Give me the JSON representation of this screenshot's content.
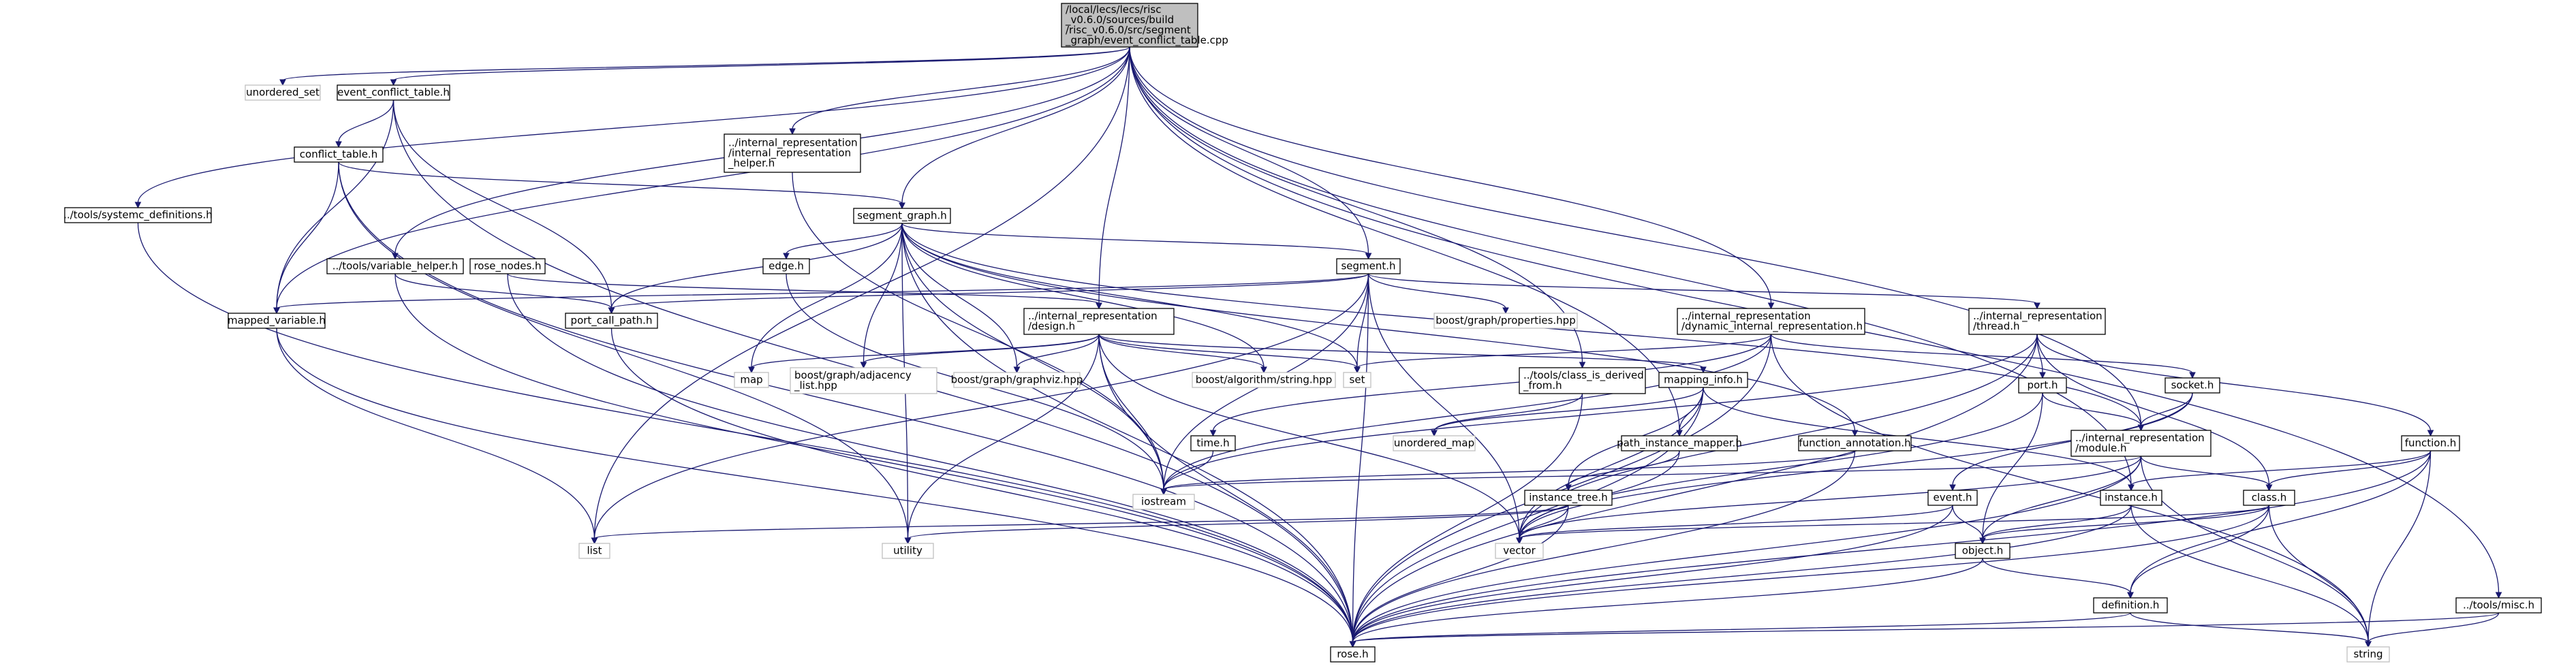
{
  "graph": {
    "colors": {
      "edge": "#191970",
      "root_fill": "#bfbfbf",
      "node_border": "#000000",
      "system_border": "#bfbfbf",
      "background": "#ffffff"
    },
    "nodes": [
      {
        "id": "root",
        "lines": [
          "/local/lecs/lecs/risc",
          "_v0.6.0/sources/build",
          "/risc_v0.6.0/src/segment",
          "_graph/event_conflict_table.cpp"
        ],
        "kind": "root"
      },
      {
        "id": "unordered_set",
        "lines": [
          "unordered_set"
        ],
        "kind": "system"
      },
      {
        "id": "event_conflict_table_h",
        "lines": [
          "event_conflict_table.h"
        ],
        "kind": "file"
      },
      {
        "id": "conflict_table_h",
        "lines": [
          "conflict_table.h"
        ],
        "kind": "file"
      },
      {
        "id": "systemc_definitions_h",
        "lines": [
          "../tools/systemc_definitions.h"
        ],
        "kind": "file"
      },
      {
        "id": "ir_helper_h",
        "lines": [
          "../internal_representation",
          "/internal_representation",
          "_helper.h"
        ],
        "kind": "file"
      },
      {
        "id": "segment_graph_h",
        "lines": [
          "segment_graph.h"
        ],
        "kind": "file"
      },
      {
        "id": "variable_helper_h",
        "lines": [
          "../tools/variable_helper.h"
        ],
        "kind": "file"
      },
      {
        "id": "rose_nodes_h",
        "lines": [
          "rose_nodes.h"
        ],
        "kind": "file"
      },
      {
        "id": "edge_h",
        "lines": [
          "edge.h"
        ],
        "kind": "file"
      },
      {
        "id": "segment_h",
        "lines": [
          "segment.h"
        ],
        "kind": "file"
      },
      {
        "id": "mapped_variable_h",
        "lines": [
          "mapped_variable.h"
        ],
        "kind": "file"
      },
      {
        "id": "port_call_path_h",
        "lines": [
          "port_call_path.h"
        ],
        "kind": "file"
      },
      {
        "id": "design_h",
        "lines": [
          "../internal_representation",
          "/design.h"
        ],
        "kind": "file"
      },
      {
        "id": "boost_properties",
        "lines": [
          "boost/graph/properties.hpp"
        ],
        "kind": "system"
      },
      {
        "id": "dyn_ir_h",
        "lines": [
          "../internal_representation",
          "/dynamic_internal_representation.h"
        ],
        "kind": "file"
      },
      {
        "id": "thread_h",
        "lines": [
          "../internal_representation",
          "/thread.h"
        ],
        "kind": "file"
      },
      {
        "id": "map",
        "lines": [
          "map"
        ],
        "kind": "system"
      },
      {
        "id": "boost_adjacency",
        "lines": [
          "boost/graph/adjacency",
          "_list.hpp"
        ],
        "kind": "system"
      },
      {
        "id": "boost_graphviz",
        "lines": [
          "boost/graph/graphviz.hpp"
        ],
        "kind": "system"
      },
      {
        "id": "boost_string",
        "lines": [
          "boost/algorithm/string.hpp"
        ],
        "kind": "system"
      },
      {
        "id": "set",
        "lines": [
          "set"
        ],
        "kind": "system"
      },
      {
        "id": "class_is_derived_h",
        "lines": [
          "../tools/class_is_derived",
          "_from.h"
        ],
        "kind": "file"
      },
      {
        "id": "mapping_info_h",
        "lines": [
          "mapping_info.h"
        ],
        "kind": "file"
      },
      {
        "id": "port_h",
        "lines": [
          "port.h"
        ],
        "kind": "file"
      },
      {
        "id": "socket_h",
        "lines": [
          "socket.h"
        ],
        "kind": "file"
      },
      {
        "id": "function_h",
        "lines": [
          "function.h"
        ],
        "kind": "file"
      },
      {
        "id": "time_h",
        "lines": [
          "time.h"
        ],
        "kind": "file"
      },
      {
        "id": "unordered_map",
        "lines": [
          "unordered_map"
        ],
        "kind": "system"
      },
      {
        "id": "path_instance_mapper_h",
        "lines": [
          "path_instance_mapper.h"
        ],
        "kind": "file"
      },
      {
        "id": "function_annotation_h",
        "lines": [
          "function_annotation.h"
        ],
        "kind": "file"
      },
      {
        "id": "module_h",
        "lines": [
          "../internal_representation",
          "/module.h"
        ],
        "kind": "file"
      },
      {
        "id": "iostream",
        "lines": [
          "iostream"
        ],
        "kind": "system"
      },
      {
        "id": "instance_tree_h",
        "lines": [
          "instance_tree.h"
        ],
        "kind": "file"
      },
      {
        "id": "event_h",
        "lines": [
          "event.h"
        ],
        "kind": "file"
      },
      {
        "id": "instance_h",
        "lines": [
          "instance.h"
        ],
        "kind": "file"
      },
      {
        "id": "class_h",
        "lines": [
          "class.h"
        ],
        "kind": "file"
      },
      {
        "id": "list",
        "lines": [
          "list"
        ],
        "kind": "system"
      },
      {
        "id": "utility",
        "lines": [
          "utility"
        ],
        "kind": "system"
      },
      {
        "id": "vector",
        "lines": [
          "vector"
        ],
        "kind": "system"
      },
      {
        "id": "object_h",
        "lines": [
          "object.h"
        ],
        "kind": "file"
      },
      {
        "id": "definition_h",
        "lines": [
          "definition.h"
        ],
        "kind": "file"
      },
      {
        "id": "misc_h",
        "lines": [
          "../tools/misc.h"
        ],
        "kind": "file"
      },
      {
        "id": "rose_h",
        "lines": [
          "rose.h"
        ],
        "kind": "file"
      },
      {
        "id": "string",
        "lines": [
          "string"
        ],
        "kind": "system"
      }
    ],
    "edges": [
      [
        "root",
        "unordered_set"
      ],
      [
        "root",
        "event_conflict_table_h"
      ],
      [
        "root",
        "systemc_definitions_h"
      ],
      [
        "root",
        "mapped_variable_h"
      ],
      [
        "root",
        "ir_helper_h"
      ],
      [
        "root",
        "segment_graph_h"
      ],
      [
        "root",
        "variable_helper_h"
      ],
      [
        "root",
        "list"
      ],
      [
        "root",
        "design_h"
      ],
      [
        "root",
        "segment_h"
      ],
      [
        "root",
        "dyn_ir_h"
      ],
      [
        "root",
        "class_is_derived_h"
      ],
      [
        "root",
        "path_instance_mapper_h"
      ],
      [
        "root",
        "module_h"
      ],
      [
        "root",
        "instance_h"
      ],
      [
        "root",
        "misc_h"
      ],
      [
        "event_conflict_table_h",
        "conflict_table_h"
      ],
      [
        "event_conflict_table_h",
        "mapped_variable_h"
      ],
      [
        "event_conflict_table_h",
        "port_call_path_h"
      ],
      [
        "event_conflict_table_h",
        "rose_h"
      ],
      [
        "conflict_table_h",
        "segment_graph_h"
      ],
      [
        "conflict_table_h",
        "mapped_variable_h"
      ],
      [
        "conflict_table_h",
        "utility"
      ],
      [
        "conflict_table_h",
        "rose_h"
      ],
      [
        "systemc_definitions_h",
        "rose_h"
      ],
      [
        "ir_helper_h",
        "iostream"
      ],
      [
        "segment_graph_h",
        "edge_h"
      ],
      [
        "segment_graph_h",
        "segment_h"
      ],
      [
        "segment_graph_h",
        "port_call_path_h"
      ],
      [
        "segment_graph_h",
        "map"
      ],
      [
        "segment_graph_h",
        "boost_adjacency"
      ],
      [
        "segment_graph_h",
        "boost_graphviz"
      ],
      [
        "segment_graph_h",
        "boost_string"
      ],
      [
        "segment_graph_h",
        "set"
      ],
      [
        "segment_graph_h",
        "iostream"
      ],
      [
        "segment_graph_h",
        "utility"
      ],
      [
        "segment_graph_h",
        "rose_h"
      ],
      [
        "segment_graph_h",
        "module_h"
      ],
      [
        "segment_graph_h",
        "function_annotation_h"
      ],
      [
        "variable_helper_h",
        "port_call_path_h"
      ],
      [
        "variable_helper_h",
        "rose_h"
      ],
      [
        "rose_nodes_h",
        "design_h"
      ],
      [
        "rose_nodes_h",
        "rose_h"
      ],
      [
        "edge_h",
        "iostream"
      ],
      [
        "segment_h",
        "mapped_variable_h"
      ],
      [
        "segment_h",
        "port_call_path_h"
      ],
      [
        "segment_h",
        "boost_properties"
      ],
      [
        "segment_h",
        "thread_h"
      ],
      [
        "segment_h",
        "set"
      ],
      [
        "segment_h",
        "iostream"
      ],
      [
        "segment_h",
        "list"
      ],
      [
        "segment_h",
        "vector"
      ],
      [
        "segment_h",
        "rose_h"
      ],
      [
        "mapped_variable_h",
        "list"
      ],
      [
        "mapped_variable_h",
        "rose_h"
      ],
      [
        "port_call_path_h",
        "rose_h"
      ],
      [
        "design_h",
        "map"
      ],
      [
        "design_h",
        "boost_adjacency"
      ],
      [
        "design_h",
        "boost_graphviz"
      ],
      [
        "design_h",
        "boost_string"
      ],
      [
        "design_h",
        "set"
      ],
      [
        "design_h",
        "iostream"
      ],
      [
        "design_h",
        "utility"
      ],
      [
        "design_h",
        "vector"
      ],
      [
        "design_h",
        "mapping_info_h"
      ],
      [
        "design_h",
        "rose_h"
      ],
      [
        "dyn_ir_h",
        "set"
      ],
      [
        "dyn_ir_h",
        "time_h"
      ],
      [
        "dyn_ir_h",
        "socket_h"
      ],
      [
        "dyn_ir_h",
        "rose_h"
      ],
      [
        "dyn_ir_h",
        "string"
      ],
      [
        "dyn_ir_h",
        "iostream"
      ],
      [
        "thread_h",
        "port_h"
      ],
      [
        "thread_h",
        "function_h"
      ],
      [
        "thread_h",
        "class_h"
      ],
      [
        "thread_h",
        "vector"
      ],
      [
        "thread_h",
        "rose_h"
      ],
      [
        "thread_h",
        "iostream"
      ],
      [
        "class_is_derived_h",
        "rose_h"
      ],
      [
        "class_is_derived_h",
        "unordered_map"
      ],
      [
        "mapping_info_h",
        "path_instance_mapper_h"
      ],
      [
        "mapping_info_h",
        "instance_tree_h"
      ],
      [
        "mapping_info_h",
        "unordered_map"
      ],
      [
        "mapping_info_h",
        "vector"
      ],
      [
        "mapping_info_h",
        "rose_h"
      ],
      [
        "mapping_info_h",
        "instance_h"
      ],
      [
        "port_h",
        "module_h"
      ],
      [
        "port_h",
        "object_h"
      ],
      [
        "port_h",
        "vector"
      ],
      [
        "socket_h",
        "module_h"
      ],
      [
        "socket_h",
        "vector"
      ],
      [
        "socket_h",
        "event_h"
      ],
      [
        "function_h",
        "class_h"
      ],
      [
        "function_h",
        "definition_h"
      ],
      [
        "function_h",
        "rose_h"
      ],
      [
        "function_h",
        "string"
      ],
      [
        "function_h",
        "instance_h"
      ],
      [
        "time_h",
        "iostream"
      ],
      [
        "path_instance_mapper_h",
        "instance_tree_h"
      ],
      [
        "path_instance_mapper_h",
        "vector"
      ],
      [
        "function_annotation_h",
        "rose_h"
      ],
      [
        "function_annotation_h",
        "iostream"
      ],
      [
        "module_h",
        "class_h"
      ],
      [
        "module_h",
        "object_h"
      ],
      [
        "module_h",
        "vector"
      ],
      [
        "module_h",
        "rose_h"
      ],
      [
        "module_h",
        "string"
      ],
      [
        "module_h",
        "iostream"
      ],
      [
        "instance_tree_h",
        "list"
      ],
      [
        "instance_tree_h",
        "utility"
      ],
      [
        "instance_tree_h",
        "vector"
      ],
      [
        "instance_tree_h",
        "rose_h"
      ],
      [
        "event_h",
        "object_h"
      ],
      [
        "event_h",
        "vector"
      ],
      [
        "event_h",
        "rose_h"
      ],
      [
        "instance_h",
        "object_h"
      ],
      [
        "instance_h",
        "string"
      ],
      [
        "instance_h",
        "rose_h"
      ],
      [
        "class_h",
        "object_h"
      ],
      [
        "class_h",
        "definition_h"
      ],
      [
        "class_h",
        "vector"
      ],
      [
        "class_h",
        "string"
      ],
      [
        "class_h",
        "rose_h"
      ],
      [
        "object_h",
        "definition_h"
      ],
      [
        "object_h",
        "rose_h"
      ],
      [
        "definition_h",
        "rose_h"
      ],
      [
        "definition_h",
        "string"
      ],
      [
        "misc_h",
        "rose_h"
      ],
      [
        "misc_h",
        "string"
      ]
    ]
  }
}
